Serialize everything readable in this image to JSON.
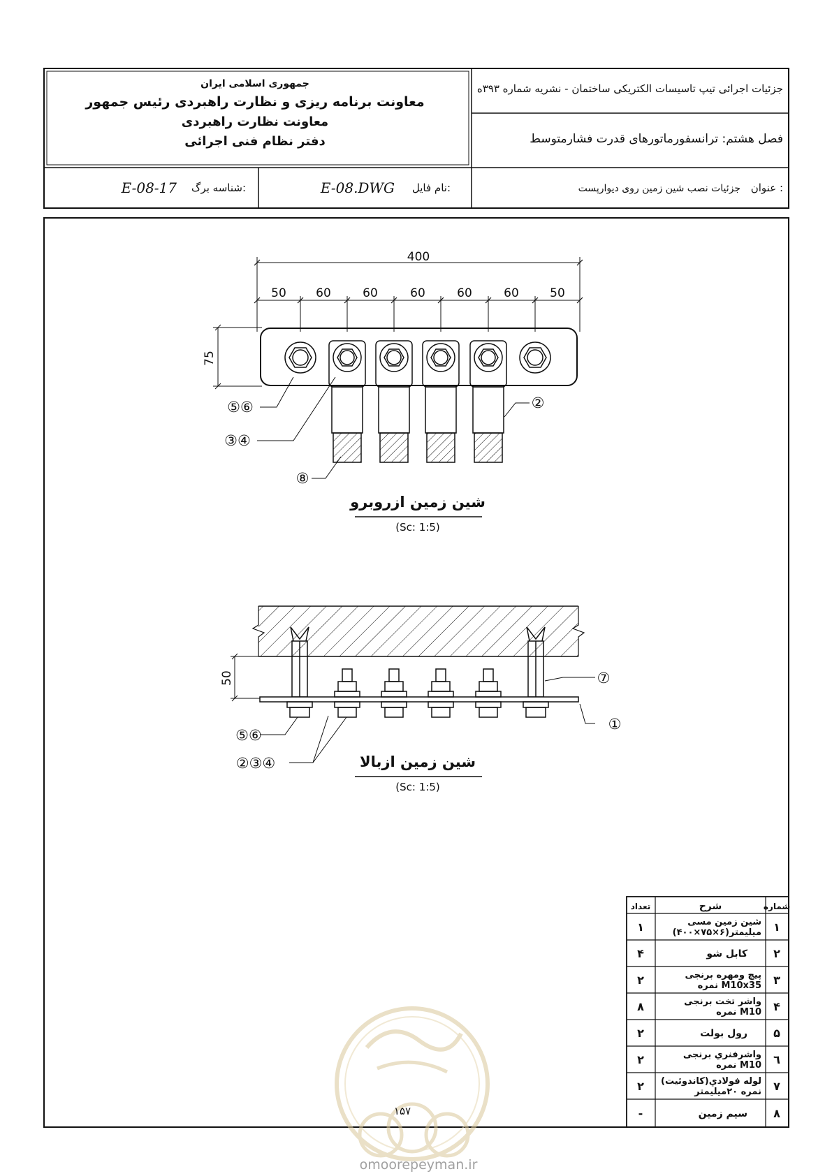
{
  "header": {
    "org_line1": "جمهوری اسلامی ایران",
    "org_line2": "معاونت برنامه ریزی و نظارت راهبردی رئیس جمهور",
    "org_line3": "معاونت نظارت راهبردی",
    "org_line4": "دفتر نظام فنی اجرائی",
    "publication": "جزئیات اجرائی تیپ تاسیسات الکتریکی ساختمان - نشریه شماره ۳۹۳ه",
    "chapter": "فصل هشتم: ترانسفورماتورهای قدرت فشارمتوسط",
    "sheet_id_label": "شناسه برگ:",
    "sheet_id": "E-08-17",
    "file_label": "نام فایل:",
    "file_name": "E-08.DWG",
    "title_label": "عنوان :",
    "title": "جزئیات نصب شین زمین روی دیوارپست"
  },
  "front_view": {
    "title": "شین زمین ازروبرو",
    "scale": "(Sc:  1:5)",
    "dim_total": "400",
    "dims": [
      "50",
      "60",
      "60",
      "60",
      "60",
      "60",
      "50"
    ],
    "dim_height": "75",
    "callouts": [
      "⑤⑥",
      "③④",
      "⑧",
      "②"
    ]
  },
  "top_view": {
    "title": "شین زمین ازبالا",
    "scale": "(Sc:  1:5)",
    "dim_height": "50",
    "callouts": [
      "⑤⑥",
      "②③④",
      "⑦",
      "①"
    ]
  },
  "parts_table": {
    "headers": {
      "number": "شماره",
      "description": "شرح",
      "qty": "تعداد"
    },
    "rows": [
      {
        "number": "۱",
        "line1": "شین زمین مسی",
        "line2": "(۴۰۰×۷۵×۶)میلیمتر",
        "qty": "۱"
      },
      {
        "number": "۲",
        "line1": "کابل شو",
        "line2": "",
        "qty": "۴"
      },
      {
        "number": "۳",
        "line1": "پیچ ومهره برنجی",
        "line2": "نمره M10x35",
        "qty": "۲"
      },
      {
        "number": "۴",
        "line1": "واشر تخت برنجی",
        "line2": "نمره M10",
        "qty": "۸"
      },
      {
        "number": "۵",
        "line1": "رول بولت",
        "line2": "",
        "qty": "۲"
      },
      {
        "number": "٦",
        "line1": "واشرفنري برنجی",
        "line2": "نمره M10",
        "qty": "۲"
      },
      {
        "number": "۷",
        "line1": "لوله فولادي(كاندوئيت)",
        "line2": "نمره ۲۰میلیمتر",
        "qty": "۲"
      },
      {
        "number": "۸",
        "line1": "سيم زمين",
        "line2": "",
        "qty": "-"
      }
    ]
  },
  "page_number": "۱۵۷",
  "watermark": "omoorepeyman.ir",
  "colors": {
    "ink": "#111111",
    "watermark": "#d9c89a"
  }
}
